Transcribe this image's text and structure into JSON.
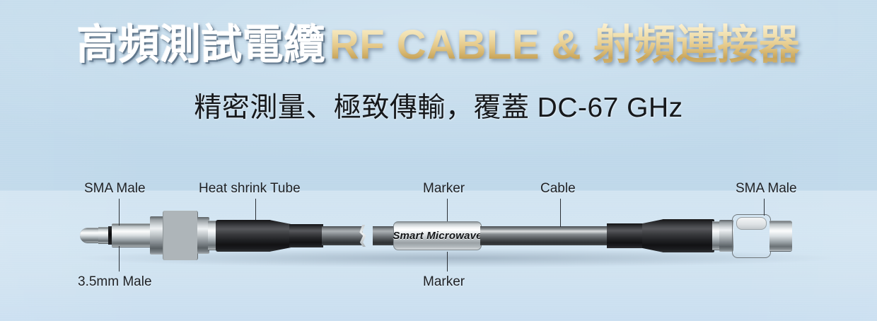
{
  "banner": {
    "title": {
      "chinese_lead": "高頻測試電纜",
      "gold": "RF CABLE & 射頻連接器"
    },
    "subtitle": "精密測量、極致傳輸，覆蓋 DC-67 GHz",
    "colors": {
      "background_top": "#bed8ea",
      "background_bottom": "#cfe2f0",
      "title_white": "#ffffff",
      "title_gold": "#e3c684",
      "label_text": "#1d2024"
    }
  },
  "diagram": {
    "marker_print": "Smart Microwave",
    "callouts": [
      {
        "id": "sma-male-left",
        "label": "SMA Male",
        "position": "top-left"
      },
      {
        "id": "heat-shrink-tube",
        "label": "Heat shrink Tube",
        "position": "top"
      },
      {
        "id": "marker-top",
        "label": "Marker",
        "position": "top"
      },
      {
        "id": "cable",
        "label": "Cable",
        "position": "top"
      },
      {
        "id": "sma-male-right",
        "label": "SMA Male",
        "position": "top-right"
      },
      {
        "id": "three-five-mm-male",
        "label": "3.5mm Male",
        "position": "bottom-left"
      },
      {
        "id": "marker-bottom",
        "label": "Marker",
        "position": "bottom"
      }
    ]
  }
}
